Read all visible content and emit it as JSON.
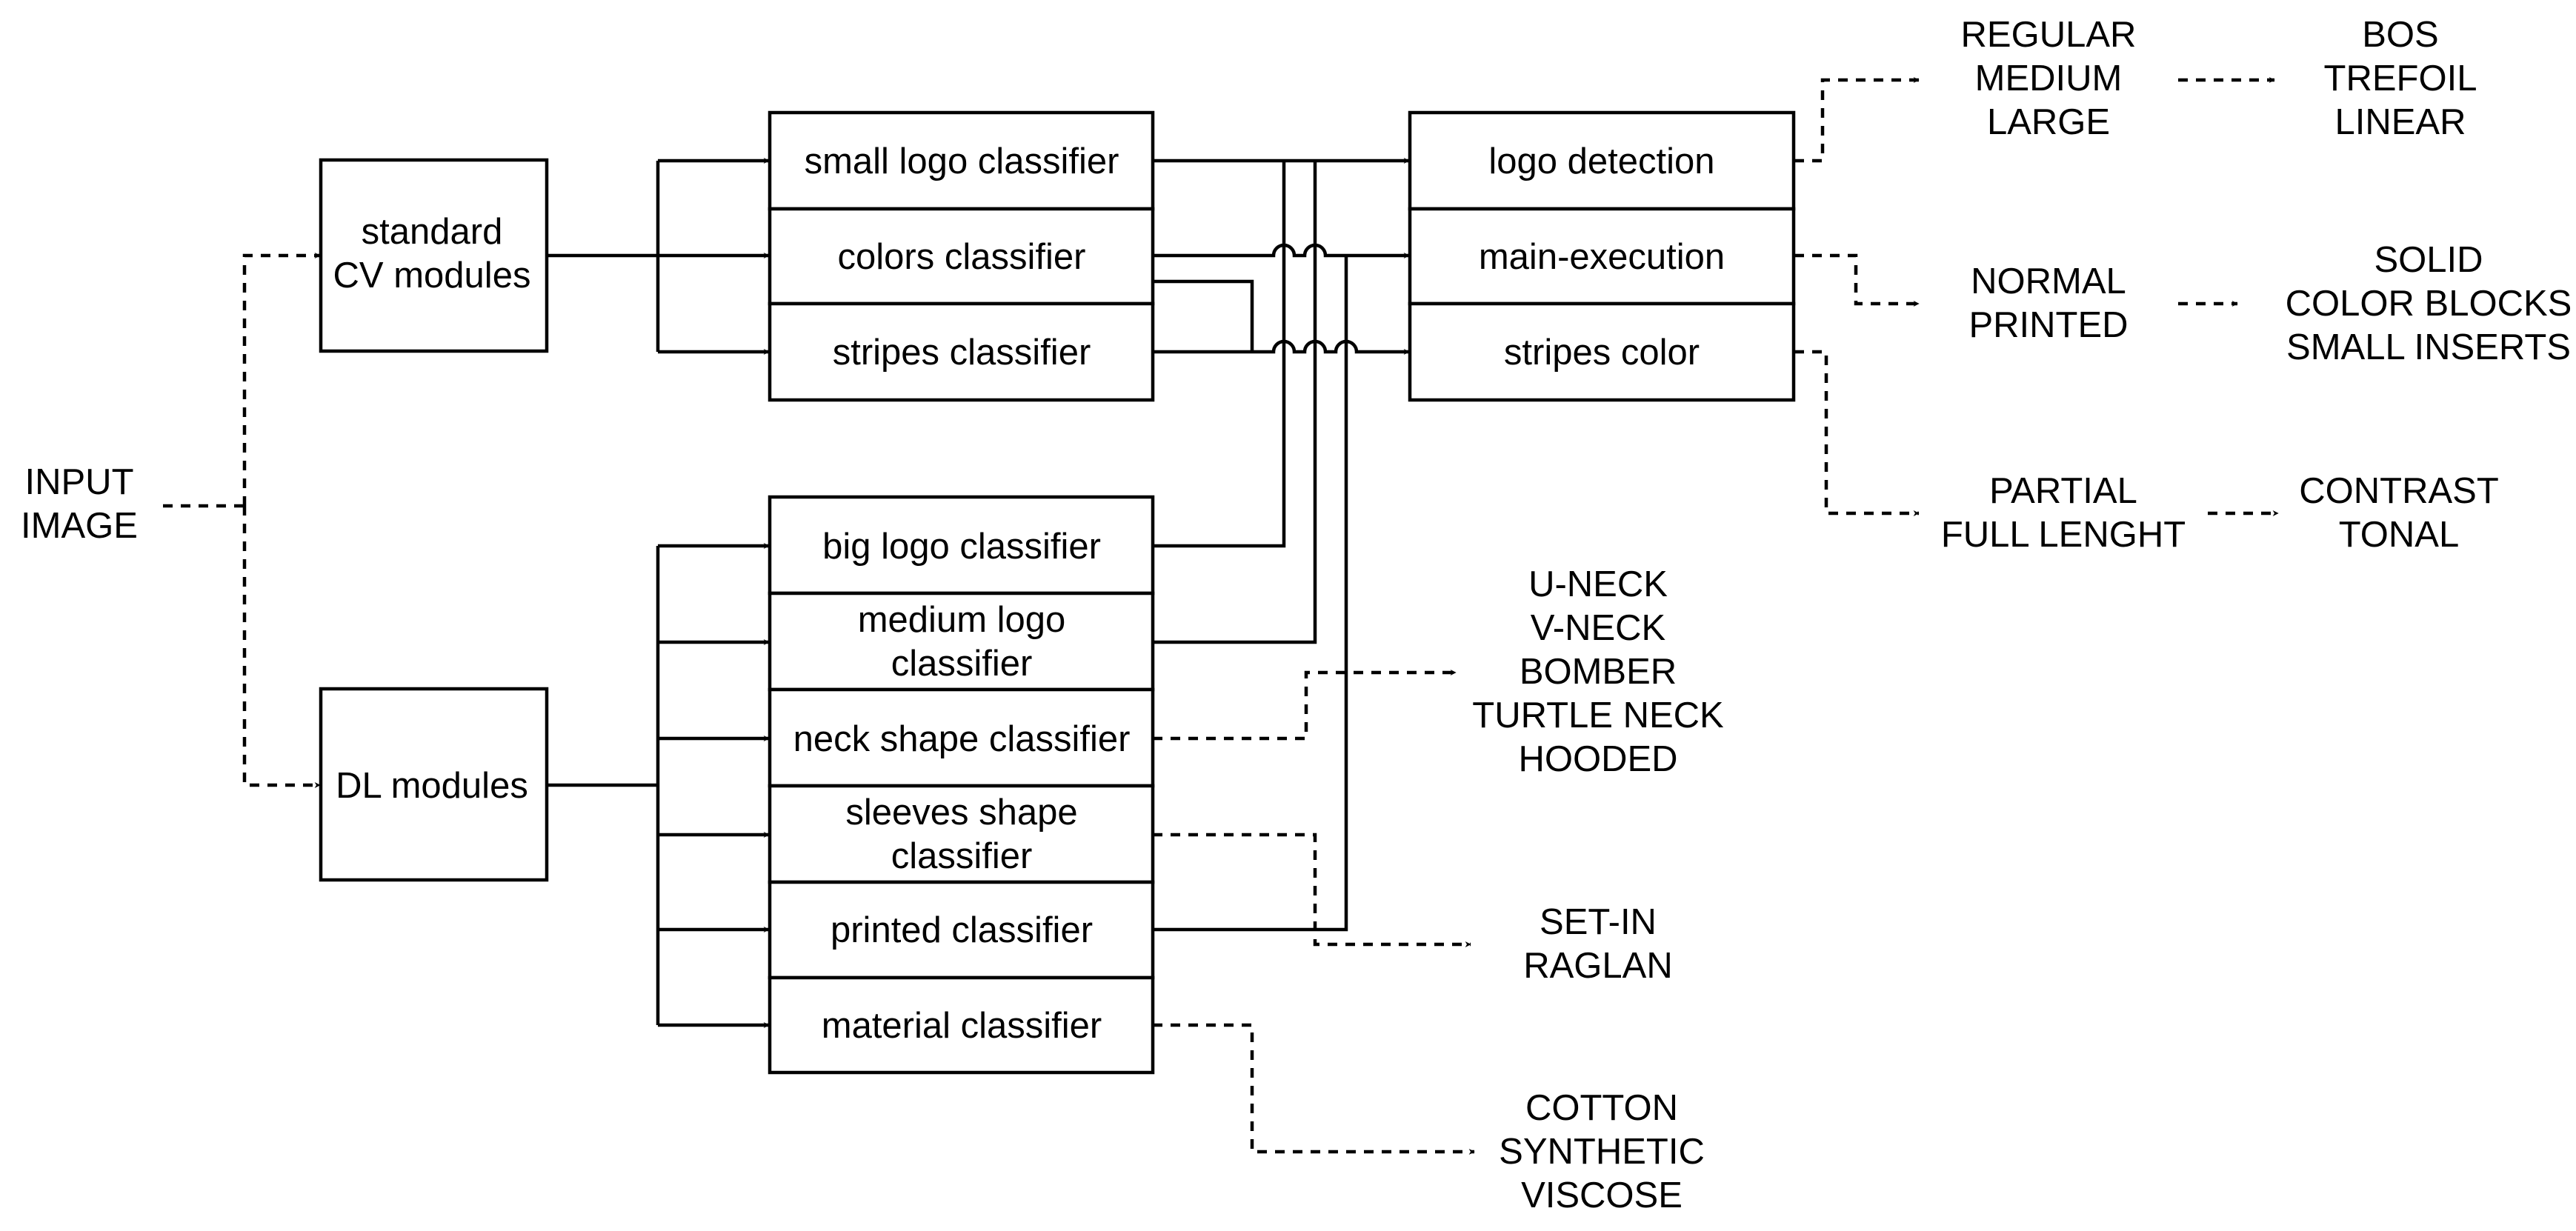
{
  "input": {
    "lines": [
      "INPUT",
      "IMAGE"
    ]
  },
  "modules": {
    "standard_cv": {
      "lines": [
        "standard",
        "CV modules"
      ]
    },
    "dl": {
      "lines": [
        "DL modules"
      ]
    }
  },
  "cv_classifiers": [
    {
      "id": "small-logo-classifier",
      "lines": [
        "small logo classifier"
      ]
    },
    {
      "id": "colors-classifier",
      "lines": [
        "colors classifier"
      ]
    },
    {
      "id": "stripes-classifier",
      "lines": [
        "stripes classifier"
      ]
    }
  ],
  "dl_classifiers": [
    {
      "id": "big-logo-classifier",
      "lines": [
        "big logo classifier"
      ]
    },
    {
      "id": "medium-logo-classifier",
      "lines": [
        "medium logo",
        "classifier"
      ]
    },
    {
      "id": "neck-shape-classifier",
      "lines": [
        "neck shape classifier"
      ]
    },
    {
      "id": "sleeves-shape-classifier",
      "lines": [
        "sleeves shape",
        "classifier"
      ]
    },
    {
      "id": "printed-classifier",
      "lines": [
        "printed classifier"
      ]
    },
    {
      "id": "material-classifier",
      "lines": [
        "material classifier"
      ]
    }
  ],
  "attributes": [
    {
      "id": "logo-detection",
      "lines": [
        "logo detection"
      ]
    },
    {
      "id": "main-execution",
      "lines": [
        "main-execution"
      ]
    },
    {
      "id": "stripes-color",
      "lines": [
        "stripes color"
      ]
    }
  ],
  "outputs": {
    "logo_size": {
      "lines": [
        "REGULAR",
        "MEDIUM",
        "LARGE"
      ]
    },
    "logo_type": {
      "lines": [
        "BOS",
        "TREFOIL",
        "LINEAR"
      ]
    },
    "execution": {
      "lines": [
        "NORMAL",
        "PRINTED"
      ]
    },
    "execution_detail": {
      "lines": [
        "SOLID",
        "COLOR BLOCKS",
        "SMALL INSERTS"
      ]
    },
    "stripes_length": {
      "lines": [
        "PARTIAL",
        "FULL LENGHT"
      ]
    },
    "stripes_tone": {
      "lines": [
        "CONTRAST",
        "TONAL"
      ]
    },
    "neck": {
      "lines": [
        "U-NECK",
        "V-NECK",
        "BOMBER",
        "TURTLE NECK",
        "HOODED"
      ]
    },
    "sleeves": {
      "lines": [
        "SET-IN",
        "RAGLAN"
      ]
    },
    "material": {
      "lines": [
        "COTTON",
        "SYNTHETIC",
        "VISCOSE"
      ]
    }
  }
}
